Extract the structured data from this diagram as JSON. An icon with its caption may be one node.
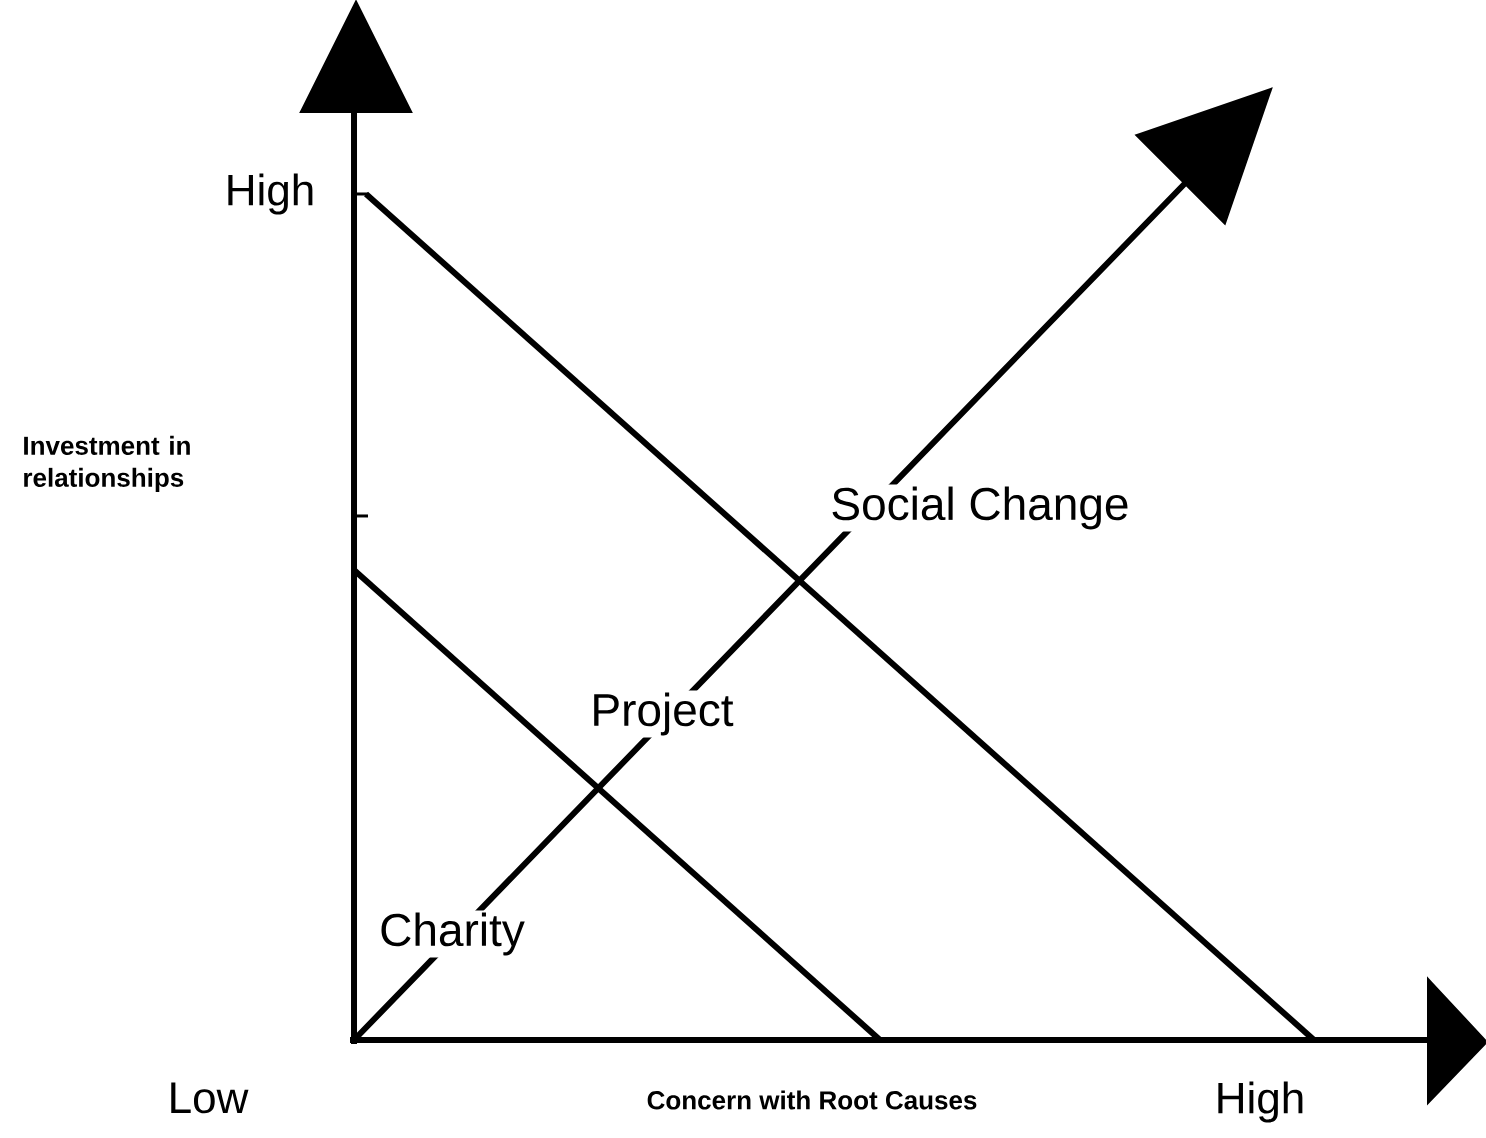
{
  "diagram": {
    "labels": [
      "High",
      "Investment in relationships",
      "Social Change",
      "Project",
      "Charity",
      "Low",
      "Concern with Root Causes",
      "High"
    ]
  }
}
